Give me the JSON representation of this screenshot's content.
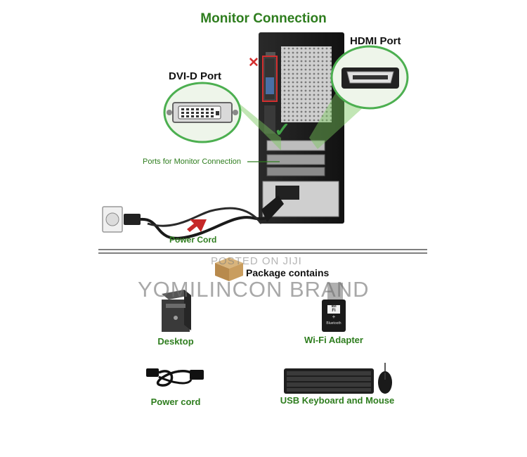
{
  "title": "Monitor Connection",
  "labels": {
    "hdmi_port": "HDMI Port",
    "dvi_port": "DVI-D Port",
    "ports_monitor": "Ports for Monitor Connection",
    "power_cord_top": "Power Cord"
  },
  "package": {
    "heading": "Package contains",
    "items": {
      "desktop": "Desktop",
      "wifi_adapter": "Wi-Fi Adapter",
      "power_cord": "Power cord",
      "keyboard_mouse": "USB Keyboard and Mouse"
    },
    "wifi_card_text": {
      "line1": "Wi",
      "line2": "Fi",
      "plus": "+",
      "bluetooth": "Bluetooth"
    }
  },
  "watermarks": {
    "posted": "POSTED ON JIJI",
    "brand": "YOMILINCON BRAND"
  },
  "marks": {
    "cross": "✕",
    "check": "✓"
  },
  "colors": {
    "accent_green": "#2e7d1e",
    "cross_red": "#d32f2f",
    "arrow_red": "#c62828"
  }
}
